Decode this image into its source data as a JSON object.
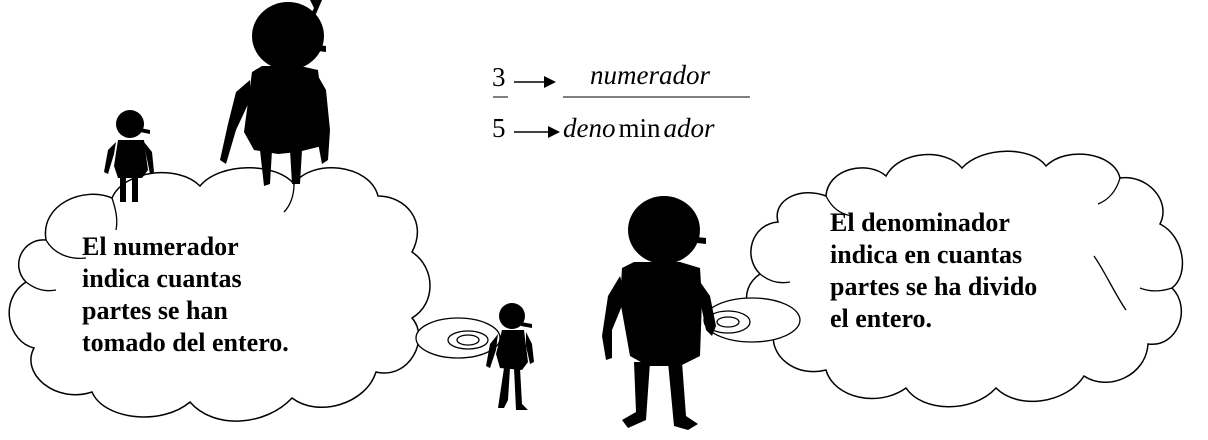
{
  "fraction": {
    "numerator": "3",
    "denominator": "5",
    "numerator_label": "numerador",
    "denominator_label_part1": "deno",
    "denominator_label_part2": "min",
    "denominator_label_part3": "ador"
  },
  "left_bubble": {
    "lines": [
      "El  numerador",
      "indica  cuantas",
      "partes se han",
      "tomado del entero."
    ]
  },
  "right_bubble": {
    "lines": [
      "El  denominador",
      "indica en cuantas",
      "partes se ha divido",
      "el entero."
    ]
  },
  "colors": {
    "ink": "#000000",
    "background": "#ffffff"
  }
}
